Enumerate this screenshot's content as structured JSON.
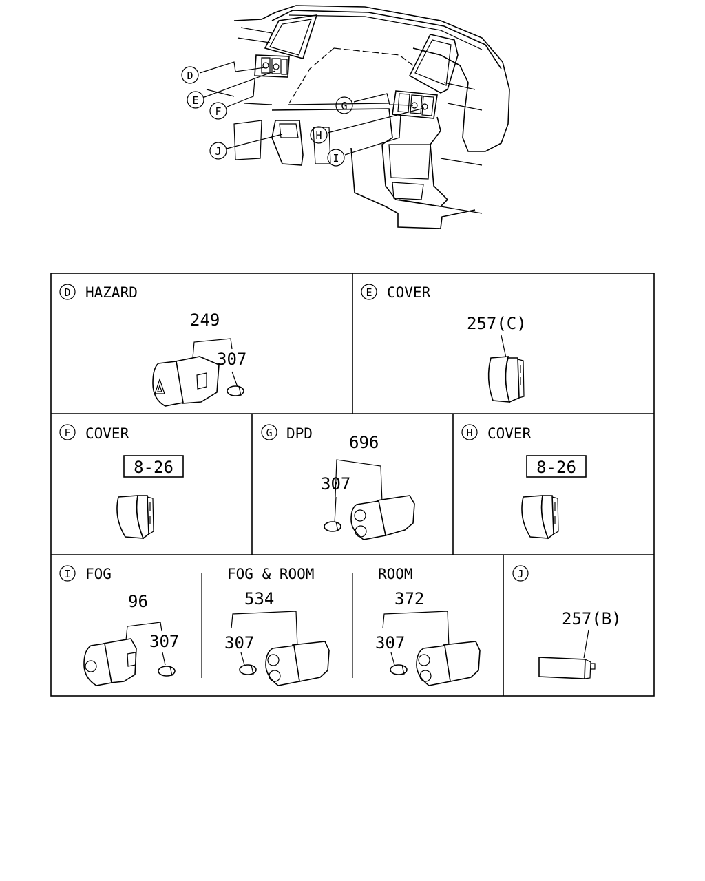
{
  "overview": {
    "callouts": {
      "D": "D",
      "E": "E",
      "F": "F",
      "G": "G",
      "H": "H",
      "I": "I",
      "J": "J"
    }
  },
  "panels": {
    "D": {
      "letter": "D",
      "title": "HAZARD",
      "part_no": "249",
      "bulb_no": "307"
    },
    "E": {
      "letter": "E",
      "title": "COVER",
      "part_no": "257(C)"
    },
    "F": {
      "letter": "F",
      "title": "COVER",
      "ref": "8-26"
    },
    "G": {
      "letter": "G",
      "title": "DPD",
      "part_no": "696",
      "bulb_no": "307"
    },
    "H": {
      "letter": "H",
      "title": "COVER",
      "ref": "8-26"
    },
    "I": {
      "letter": "I",
      "variants": [
        {
          "title": "FOG",
          "part_no": "96",
          "bulb_no": "307"
        },
        {
          "title": "FOG & ROOM",
          "part_no": "534",
          "bulb_no": "307"
        },
        {
          "title": "ROOM",
          "part_no": "372",
          "bulb_no": "307"
        }
      ]
    },
    "J": {
      "letter": "J",
      "part_no": "257(B)"
    }
  }
}
